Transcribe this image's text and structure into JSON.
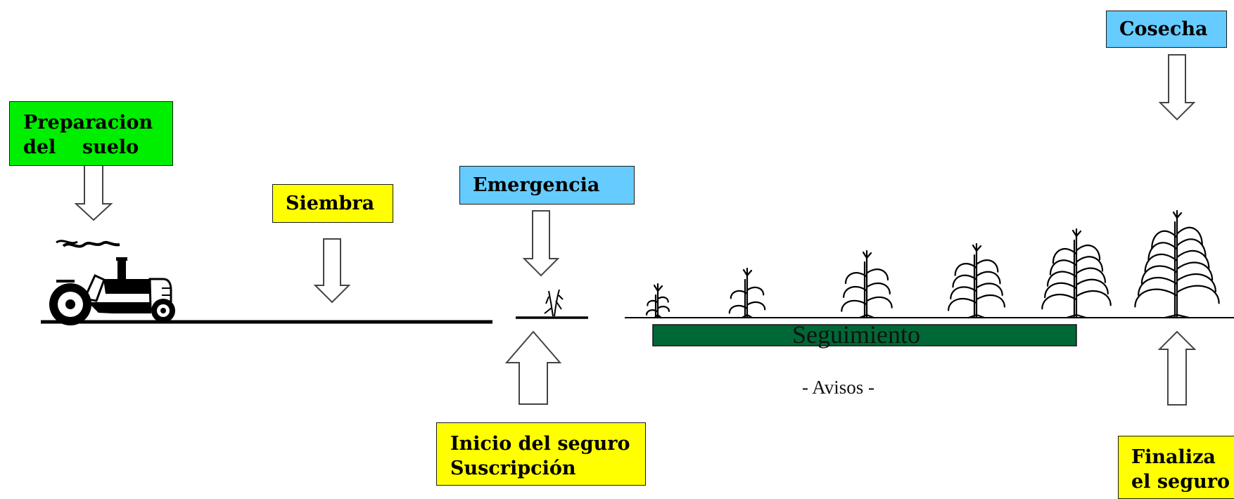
{
  "stages": {
    "soil_prep": {
      "line1": "Preparacion",
      "line2": "del    suelo"
    },
    "sowing": {
      "label": "Siembra"
    },
    "emergence": {
      "label": "Emergencia"
    },
    "harvest": {
      "label": "Cosecha"
    },
    "insurance_start": {
      "line1": "Inicio del seguro",
      "line2": "Suscripción"
    },
    "insurance_end": {
      "line1": "Finaliza",
      "line2": "el seguro"
    }
  },
  "tracking": {
    "label": "Seguimiento",
    "notices": "- Avisos -"
  },
  "colors": {
    "soil_prep": "#00ee00",
    "stage_blue": "#66ccff",
    "stage_yellow": "#ffff00",
    "tracking_bar": "#006837",
    "arrow_fill": "#ffffff",
    "line": "#000000"
  },
  "icons": [
    "tractor-icon",
    "corn-plant-icon"
  ]
}
